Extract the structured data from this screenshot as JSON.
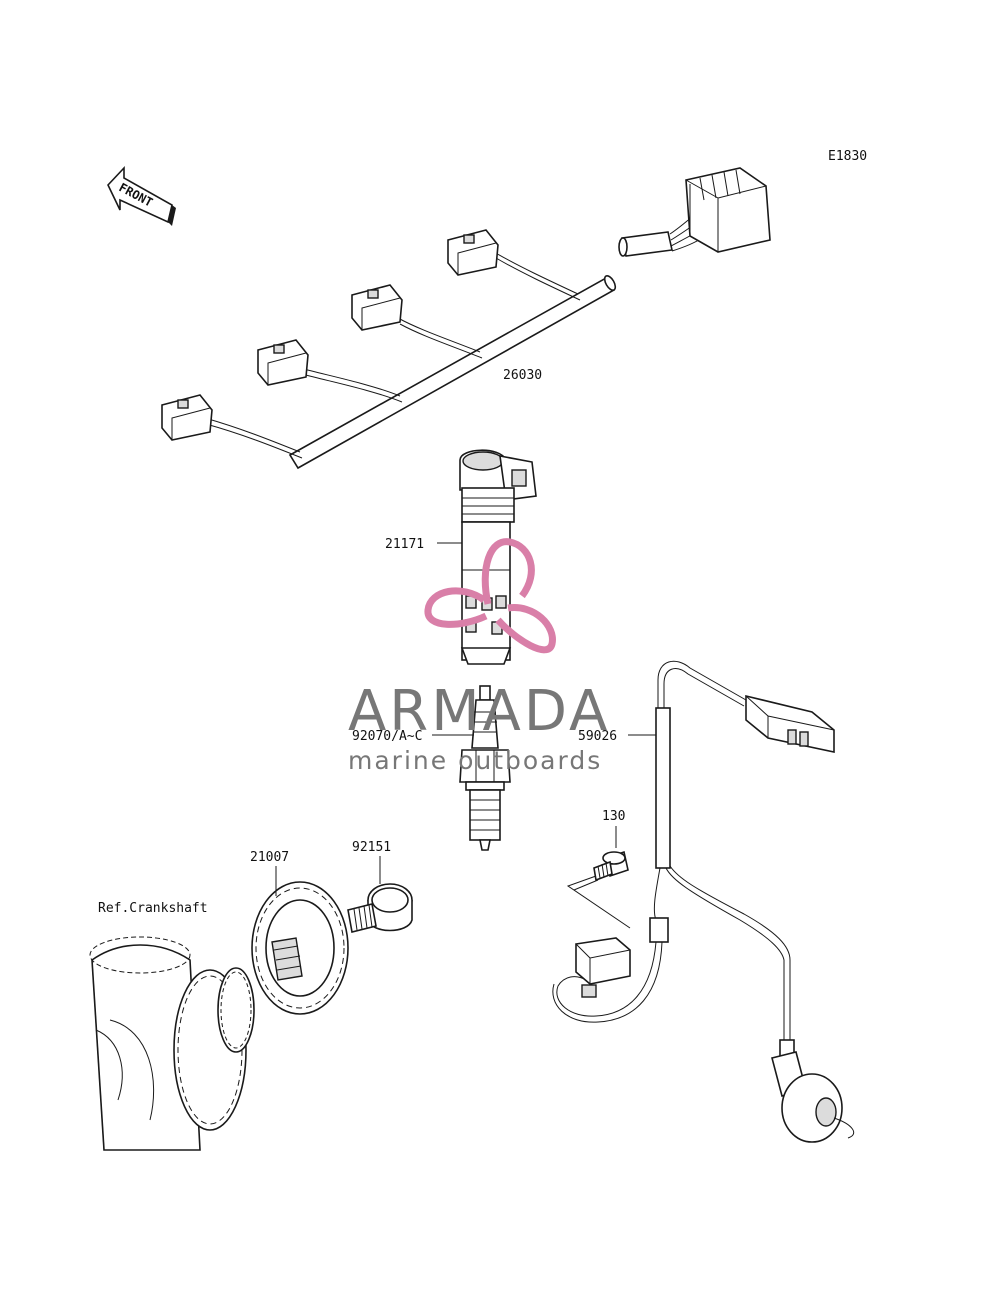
{
  "diagram_code": "E1830",
  "direction_arrow": {
    "label": "FRONT"
  },
  "parts": [
    {
      "id": "harness",
      "number": "26030"
    },
    {
      "id": "ignition-coil",
      "number": "21171"
    },
    {
      "id": "spark-plug",
      "number": "92070/A~C"
    },
    {
      "id": "sensor-assembly",
      "number": "59026"
    },
    {
      "id": "bolt-small",
      "number": "130"
    },
    {
      "id": "bolt",
      "number": "92151"
    },
    {
      "id": "rotor-gear",
      "number": "21007"
    }
  ],
  "reference_label": "Ref.Crankshaft",
  "watermark": {
    "brand": "ARMADA",
    "tagline": "marine outboards",
    "accent_color": "#d97fa8",
    "text_color": "#777777"
  }
}
